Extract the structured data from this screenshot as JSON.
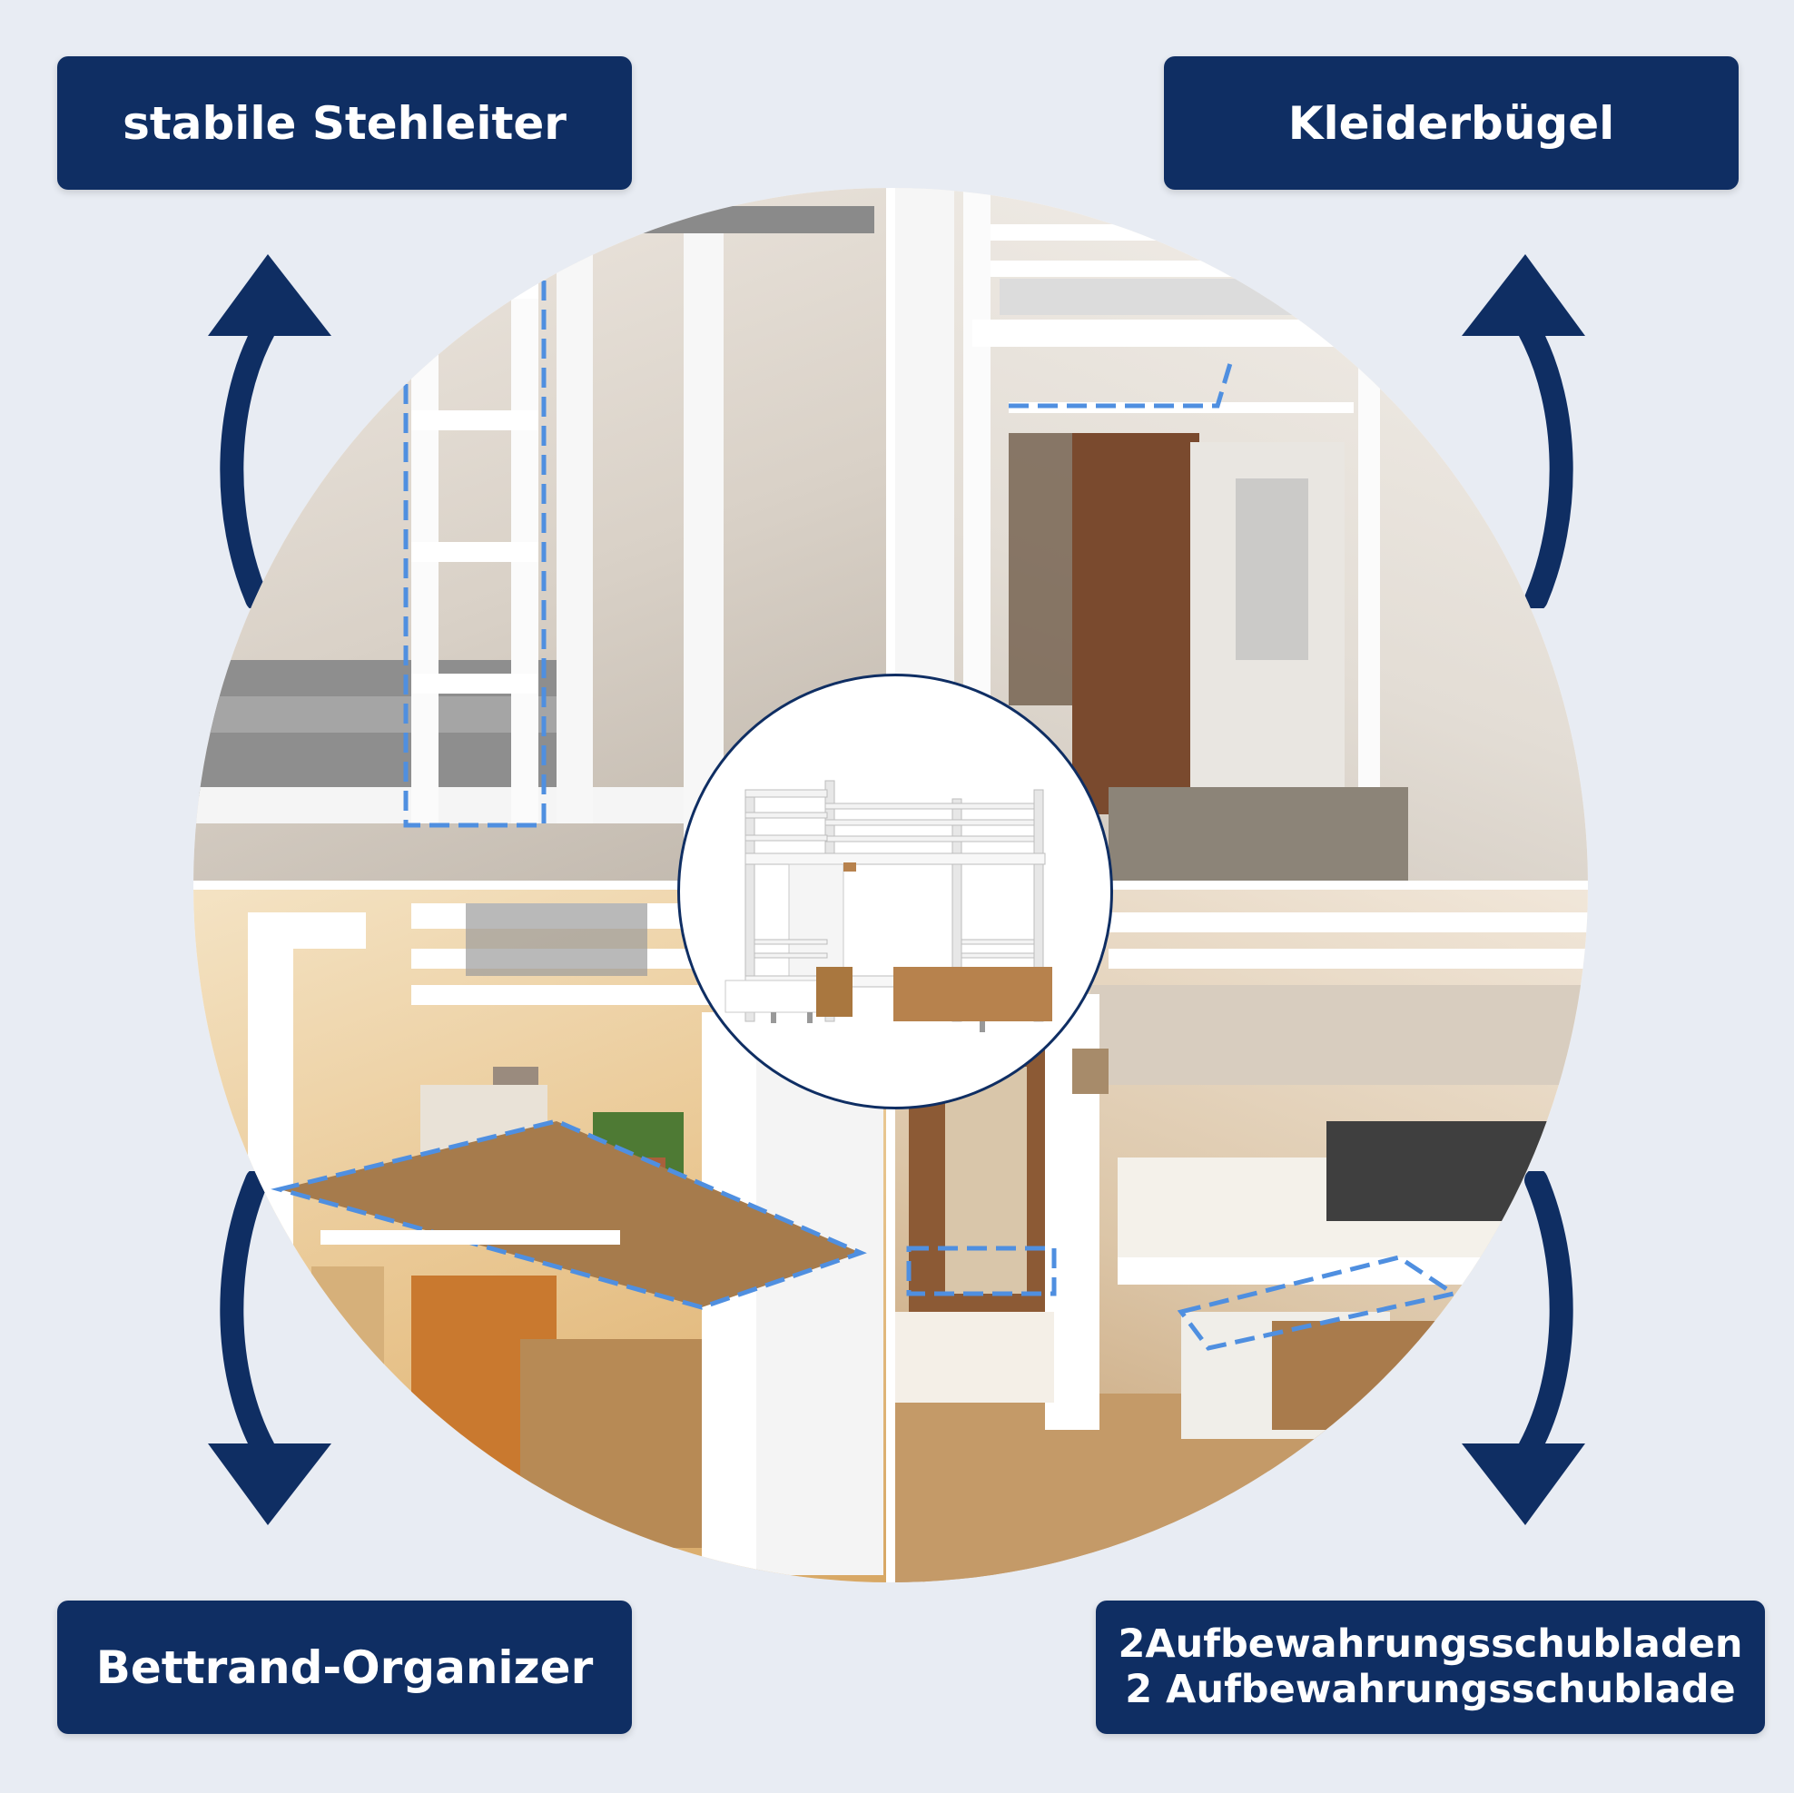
{
  "labels": {
    "top_left": "stabile Stehleiter",
    "top_right": "Kleiderbügel",
    "bottom_left": "Bettrand-Organizer",
    "bottom_right_line1": "2Aufbewahrungsschubladen",
    "bottom_right_line2": "2 Aufbewahrungsschublade"
  },
  "colors": {
    "background": "#e8ecf3",
    "label_box": "#0f2e63",
    "label_text": "#ffffff",
    "arrow": "#0f2e63",
    "highlight_dash": "#4f8fe0"
  },
  "icons": {
    "top_left_arrow": "arrow-up-icon",
    "top_right_arrow": "arrow-up-icon",
    "bottom_left_arrow": "arrow-down-icon",
    "bottom_right_arrow": "arrow-down-icon"
  }
}
